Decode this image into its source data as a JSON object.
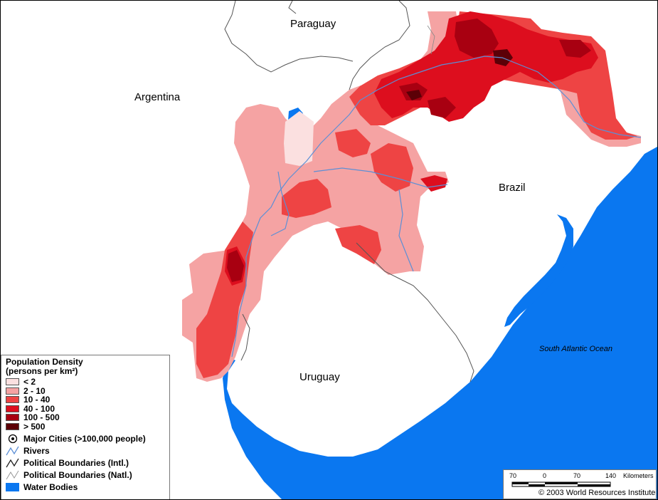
{
  "labels": {
    "paraguay": "Paraguay",
    "argentina": "Argentina",
    "brazil": "Brazil",
    "uruguay": "Uruguay",
    "ocean": "South Atlantic Ocean"
  },
  "legend": {
    "title_line1": "Population Density",
    "title_line2": "(persons per km²)",
    "classes": [
      {
        "label": "< 2",
        "color": "#fbe0e0"
      },
      {
        "label": "2 - 10",
        "color": "#f5a3a3"
      },
      {
        "label": "10 - 40",
        "color": "#ee4444"
      },
      {
        "label": "40 - 100",
        "color": "#dd0e1e"
      },
      {
        "label": "100 - 500",
        "color": "#a80011"
      },
      {
        "label": "> 500",
        "color": "#5c0007"
      }
    ],
    "symbols": {
      "cities": "Major Cities (>100,000 people)",
      "rivers": "Rivers",
      "intl": "Political Boundaries (Intl.)",
      "natl": "Political Boundaries (Natl.)",
      "water": "Water Bodies"
    }
  },
  "scale": {
    "ticks": [
      "70",
      "0",
      "70",
      "140"
    ],
    "unit": "Kilometers"
  },
  "credit": "© 2003 World Resources Institute",
  "colors": {
    "water": "#0a77f0",
    "river": "#5c8fd6",
    "boundary": "#555555"
  }
}
